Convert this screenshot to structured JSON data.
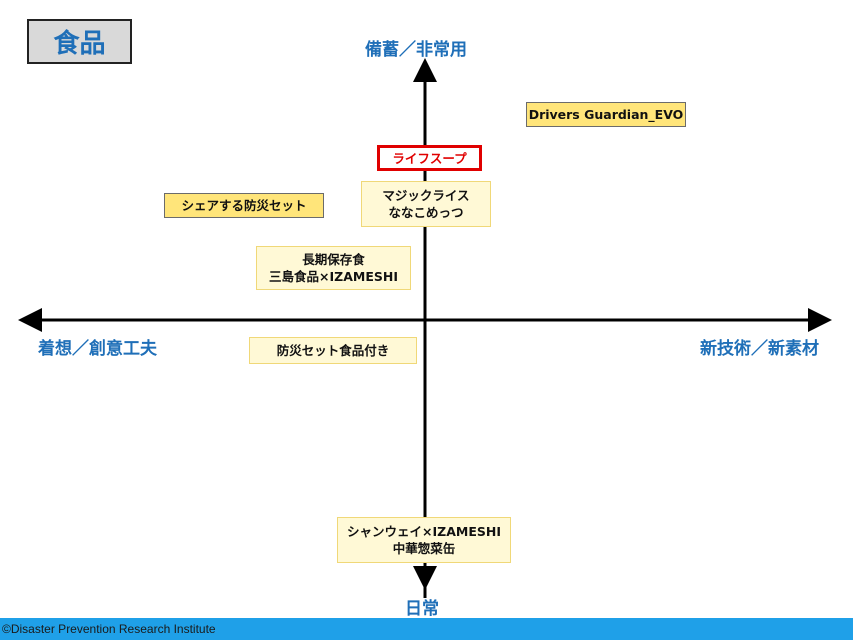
{
  "title": "食品",
  "axes": {
    "top": "備蓄／非常用",
    "bottom": "日常",
    "left": "着想／創意工夫",
    "right": "新技術／新素材"
  },
  "items": {
    "drivers": [
      "Drivers Guardian_EVO"
    ],
    "lifesoup": [
      "ライフスープ"
    ],
    "magic": [
      "マジックライス",
      "ななこめっつ"
    ],
    "share": [
      "シェアする防災セット"
    ],
    "longterm": [
      "長期保存食",
      "三島食品×IZAMESHI"
    ],
    "bousai": [
      "防災セット食品付き"
    ],
    "shanway": [
      "シャンウェイ×IZAMESHI",
      "中華惣菜缶"
    ]
  },
  "footer": "©Disaster Prevention Research Institute"
}
